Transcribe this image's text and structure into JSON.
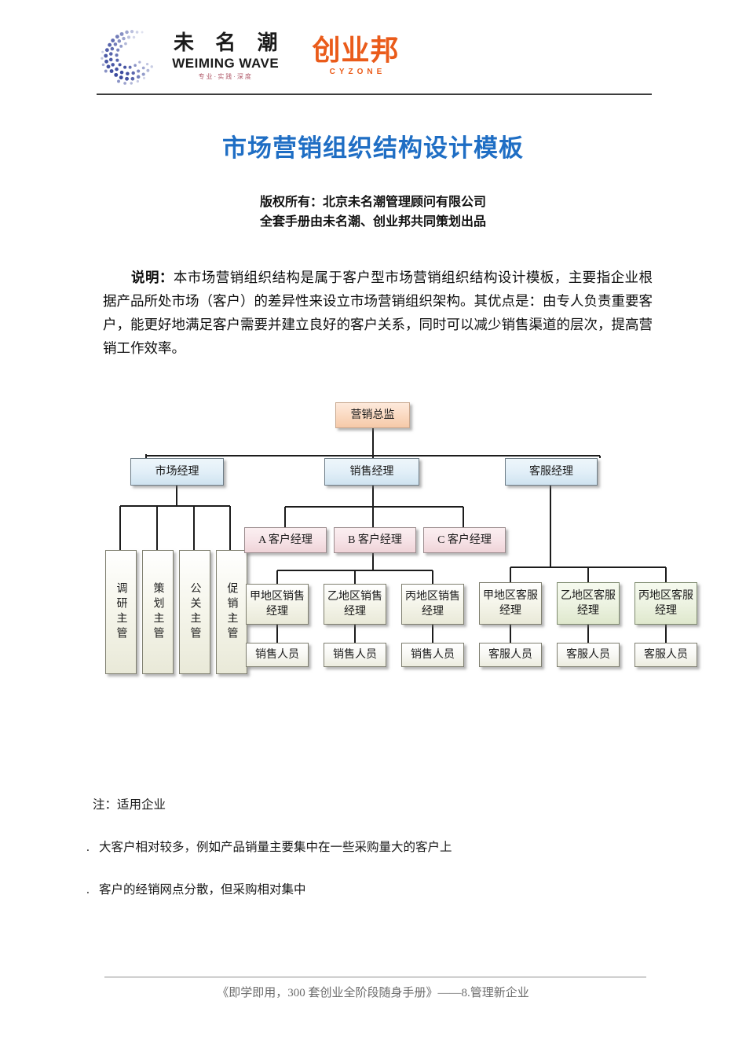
{
  "header": {
    "brand_primary_cn": "未 名 潮",
    "brand_primary_en": "WEIMING WAVE",
    "brand_primary_slogan": "专业·实践·深度",
    "brand_secondary_cn": "创业邦",
    "brand_secondary_en": "CYZONE",
    "swirl_icon": "wave-swirl-icon",
    "accent_blue": "#1f6ec4",
    "accent_orange": "#ea5b1a"
  },
  "title": "市场营销组织结构设计模板",
  "copyright": {
    "line1": "版权所有：北京未名潮管理顾问有限公司",
    "line2": "全套手册由未名潮、创业邦共同策划出品"
  },
  "description": {
    "label": "说明：",
    "body": "本市场营销组织结构是属于客户型市场营销组织结构设计模板，主要指企业根据产品所处市场（客户）的差异性来设立市场营销组织架构。其优点是：由专人负责重要客户，能更好地满足客户需要并建立良好的客户关系，同时可以减少销售渠道的层次，提高营销工作效率。"
  },
  "chart_data": {
    "type": "diagram",
    "title": "市场营销组织结构设计模板",
    "nodes": {
      "director": "营销总监",
      "market_manager": "市场经理",
      "sales_manager": "销售经理",
      "service_manager": "客服经理",
      "market_supervisors": [
        "调研主管",
        "策划主管",
        "公关主管",
        "促销主管"
      ],
      "account_managers": [
        "A 客户经理",
        "B 客户经理",
        "C 客户经理"
      ],
      "regional_sales_managers": [
        "甲地区销售经理",
        "乙地区销售经理",
        "丙地区销售经理"
      ],
      "regional_service_managers": [
        "甲地区客服经理",
        "乙地区客服经理",
        "丙地区客服经理"
      ],
      "sales_staff": [
        "销售人员",
        "销售人员",
        "销售人员"
      ],
      "service_staff": [
        "客服人员",
        "客服人员",
        "客服人员"
      ]
    },
    "edges": [
      {
        "from": "营销总监",
        "to": "市场经理"
      },
      {
        "from": "营销总监",
        "to": "销售经理"
      },
      {
        "from": "营销总监",
        "to": "客服经理"
      },
      {
        "from": "市场经理",
        "to": "调研主管"
      },
      {
        "from": "市场经理",
        "to": "策划主管"
      },
      {
        "from": "市场经理",
        "to": "公关主管"
      },
      {
        "from": "市场经理",
        "to": "促销主管"
      },
      {
        "from": "销售经理",
        "to": "A 客户经理"
      },
      {
        "from": "销售经理",
        "to": "B 客户经理"
      },
      {
        "from": "销售经理",
        "to": "C 客户经理"
      },
      {
        "from": "B 客户经理",
        "to": "甲地区销售经理"
      },
      {
        "from": "B 客户经理",
        "to": "乙地区销售经理"
      },
      {
        "from": "B 客户经理",
        "to": "丙地区销售经理"
      },
      {
        "from": "甲地区销售经理",
        "to": "销售人员"
      },
      {
        "from": "乙地区销售经理",
        "to": "销售人员"
      },
      {
        "from": "丙地区销售经理",
        "to": "销售人员"
      },
      {
        "from": "客服经理",
        "to": "甲地区客服经理"
      },
      {
        "from": "客服经理",
        "to": "乙地区客服经理"
      },
      {
        "from": "客服经理",
        "to": "丙地区客服经理"
      },
      {
        "from": "甲地区客服经理",
        "to": "客服人员"
      },
      {
        "from": "乙地区客服经理",
        "to": "客服人员"
      },
      {
        "from": "丙地区客服经理",
        "to": "客服人员"
      }
    ],
    "colors": {
      "director_box": "#fbdcc5",
      "manager_box": "#e2eff8",
      "account_box": "#f6e2e6",
      "supervisor_box": "#f6f6ec",
      "regional_box": "#f6f6ec",
      "service_regional_box": "#edf3e2",
      "connector": "#1c1c1c"
    }
  },
  "notes": {
    "heading": "注：适用企业",
    "bullet": ".",
    "items": [
      "大客户相对较多，例如产品销量主要集中在一些采购量大的客户上",
      "客户的经销网点分散，但采购相对集中"
    ]
  },
  "footer": {
    "text": "《即学即用，300 套创业全阶段随身手册》——8.管理新企业"
  }
}
